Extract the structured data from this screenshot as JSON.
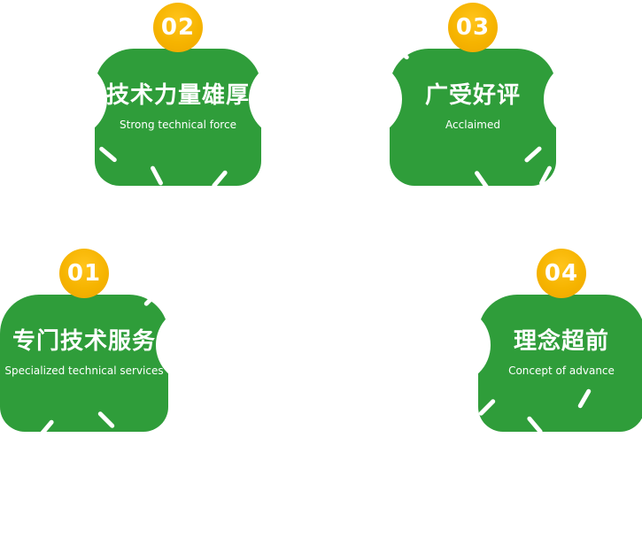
{
  "page": {
    "background": "#ffffff"
  },
  "colors": {
    "card_green": "#2f9d3a",
    "badge_gold": "#f6b400",
    "text_white": "#ffffff"
  },
  "features": [
    {
      "number": "01",
      "title": "专门技术服务",
      "subtitle": "Specialized technical services",
      "position": "bottom-left"
    },
    {
      "number": "02",
      "title": "技术力量雄厚",
      "subtitle": "Strong technical force",
      "position": "top-left"
    },
    {
      "number": "03",
      "title": "广受好评",
      "subtitle": "Acclaimed",
      "position": "top-right"
    },
    {
      "number": "04",
      "title": "理念超前",
      "subtitle": "Concept of advance",
      "position": "bottom-right"
    }
  ]
}
